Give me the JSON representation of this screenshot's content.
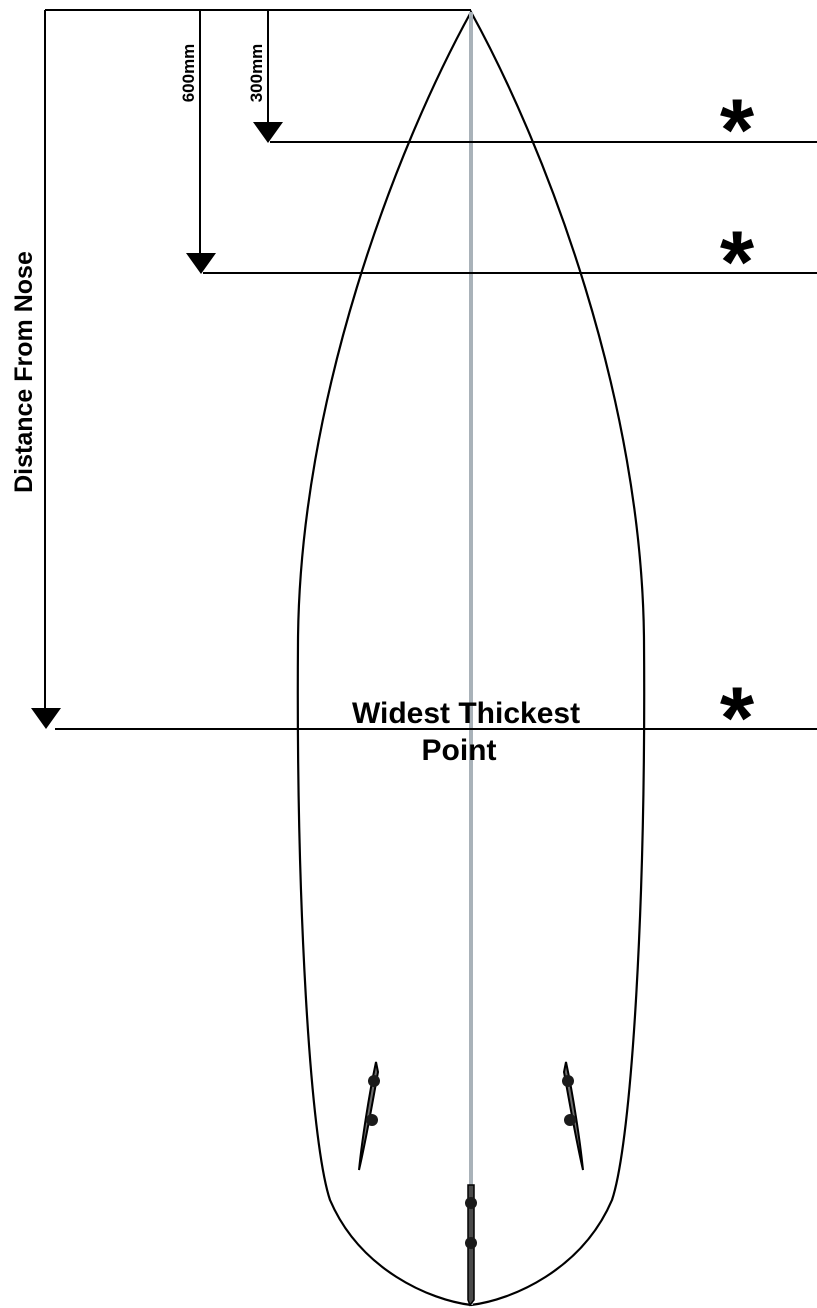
{
  "axis_label": "Distance From Nose",
  "measurements": [
    {
      "label": "300mm",
      "marker": "*"
    },
    {
      "label": "600mm",
      "marker": "*"
    }
  ],
  "widest_point": {
    "label_line1": "Widest Thickest",
    "label_line2": "Point",
    "marker": "*"
  },
  "colors": {
    "outline": "#000000",
    "stringer": "#a9b2b9",
    "fin_fill": "#6d6d6d",
    "fin_plug": "#1a1a1a"
  }
}
